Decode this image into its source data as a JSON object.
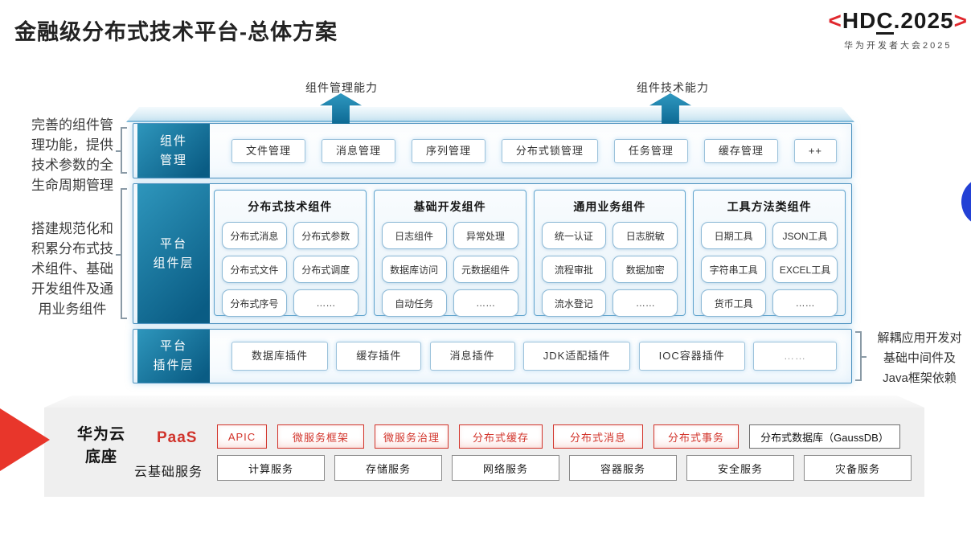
{
  "header": {
    "title": "金融级分布式技术平台-总体方案"
  },
  "logo": {
    "left_bracket": "<",
    "name_pre": "HD",
    "name_c": "C",
    "name_post": ".2025",
    "right_bracket": ">",
    "subtitle": "华为开发者大会2025"
  },
  "capability_arrows": {
    "left": "组件管理能力",
    "right": "组件技术能力"
  },
  "side_notes": {
    "management_note": "完善的组件管\n理功能，提供\n技术参数的全\n生命周期管理",
    "component_note": "搭建规范化和\n积累分布式技\n术组件、基础\n开发组件及通\n用业务组件",
    "plugin_note": "解耦应用开发对\n基础中间件及\nJava框架依赖"
  },
  "platform": {
    "management_row": {
      "label": "组件\n管理",
      "items": [
        "文件管理",
        "消息管理",
        "序列管理",
        "分布式锁管理",
        "任务管理",
        "缓存管理",
        "++"
      ]
    },
    "component_row": {
      "label": "平台\n组件层",
      "groups": [
        {
          "title": "分布式技术组件",
          "items": [
            "分布式消息",
            "分布式参数",
            "分布式文件",
            "分布式调度",
            "分布式序号",
            "……"
          ]
        },
        {
          "title": "基础开发组件",
          "items": [
            "日志组件",
            "异常处理",
            "数据库访问",
            "元数据组件",
            "自动任务",
            "……"
          ]
        },
        {
          "title": "通用业务组件",
          "items": [
            "统一认证",
            "日志脱敏",
            "流程审批",
            "数据加密",
            "流水登记",
            "……"
          ]
        },
        {
          "title": "工具方法类组件",
          "items": [
            "日期工具",
            "JSON工具",
            "字符串工具",
            "EXCEL工具",
            "货币工具",
            "……"
          ]
        }
      ]
    },
    "plugin_row": {
      "label": "平台\n插件层",
      "items": [
        "数据库插件",
        "缓存插件",
        "消息插件",
        "JDK适配插件",
        "IOC容器插件",
        "……"
      ]
    }
  },
  "cloud_base": {
    "label": "华为云\n底座",
    "paas": {
      "label": "PaaS",
      "services": [
        "APIC",
        "微服务框架",
        "微服务治理",
        "分布式缓存",
        "分布式消息",
        "分布式事务"
      ],
      "database": "分布式数据库（GaussDB）"
    },
    "iaas": {
      "label": "云基础服务",
      "services": [
        "计算服务",
        "存储服务",
        "网络服务",
        "容器服务",
        "安全服务",
        "灾备服务"
      ]
    }
  },
  "colors": {
    "teal_label": "#0a5c84",
    "accent_red": "#d0332b",
    "row_border": "#4e93c0",
    "blue_circle": "#2341d5"
  }
}
